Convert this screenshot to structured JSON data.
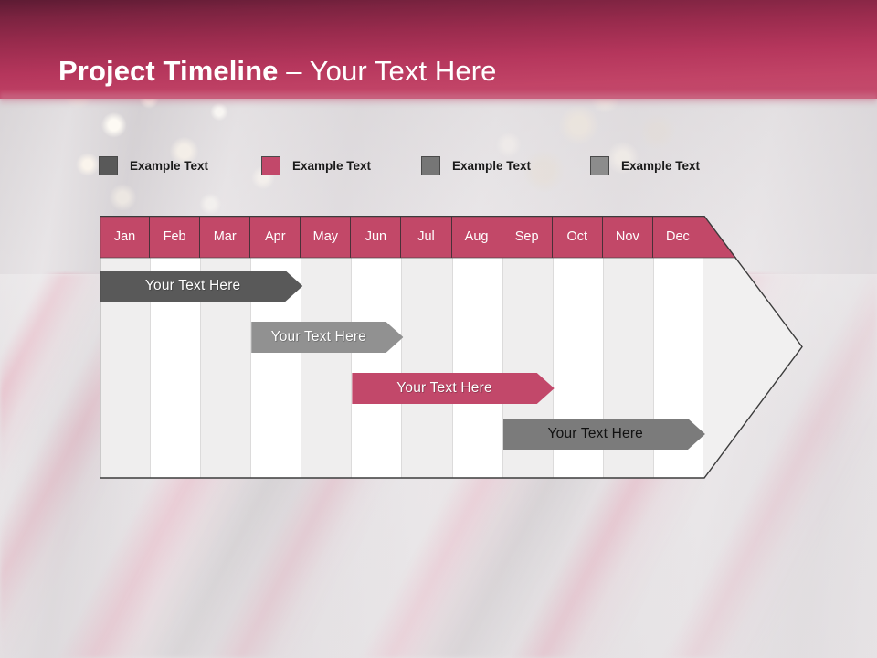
{
  "slide": {
    "title_strong": "Project Timeline",
    "title_light": " – Your Text Here"
  },
  "legend": {
    "items": [
      {
        "label": "Example Text",
        "color": "#595959",
        "name": "legend-swatch-dark-gray"
      },
      {
        "label": "Example Text",
        "color": "#c2486a",
        "name": "legend-swatch-crimson"
      },
      {
        "label": "Example Text",
        "color": "#767676",
        "name": "legend-swatch-medium-gray"
      },
      {
        "label": "Example Text",
        "color": "#8c8c8c",
        "name": "legend-swatch-light-gray"
      }
    ]
  },
  "chart_data": {
    "type": "bar",
    "title": "Project Timeline",
    "xlabel": "",
    "ylabel": "",
    "grid": true,
    "legend_position": "top",
    "categories": [
      "Jan",
      "Feb",
      "Mar",
      "Apr",
      "May",
      "Jun",
      "Jul",
      "Aug",
      "Sep",
      "Oct",
      "Nov",
      "Dec"
    ],
    "header_color": "#c24868",
    "column_shade_color": "#efeeee",
    "column_plain_color": "#ffffff",
    "tasks": [
      {
        "label": "Your  Text Here",
        "start_month": "Jan",
        "end_month": "Apr",
        "start_index": 0,
        "span": 4,
        "color": "#595959",
        "text_color": "#ffffff"
      },
      {
        "label": "Your  Text Here",
        "start_month": "Apr",
        "end_month": "Jun",
        "start_index": 3,
        "span": 3,
        "color": "#919191",
        "text_color": "#ffffff"
      },
      {
        "label": "Your  Text Here",
        "start_month": "Jun",
        "end_month": "Sep",
        "start_index": 5,
        "span": 4,
        "color": "#c2486a",
        "text_color": "#ffffff"
      },
      {
        "label": "Your  Text Here",
        "start_month": "Sep",
        "end_month": "Dec",
        "start_index": 8,
        "span": 4,
        "color": "#7b7b7b",
        "text_color": "#111111"
      }
    ]
  }
}
